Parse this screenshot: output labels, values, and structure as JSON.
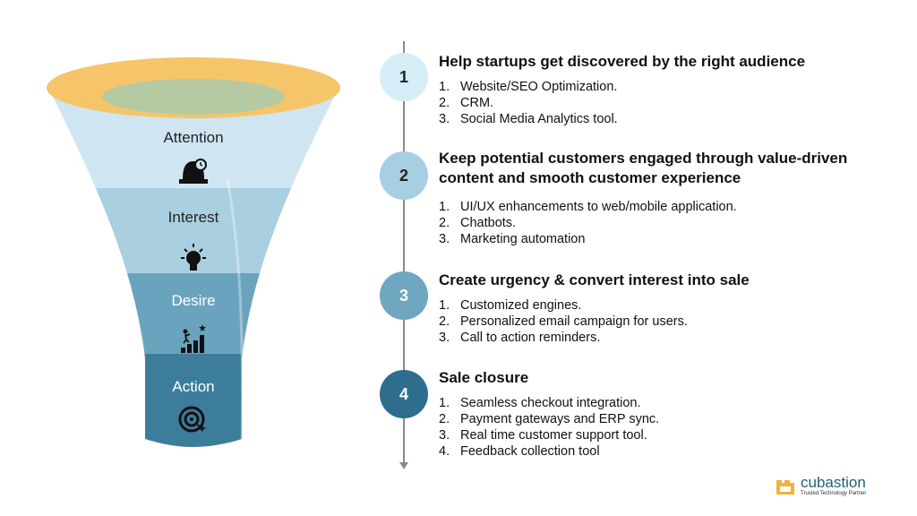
{
  "funnel": {
    "stages": [
      {
        "label": "Attention",
        "icon": "alarm-bell-icon",
        "color": "#cfe6f2"
      },
      {
        "label": "Interest",
        "icon": "lightbulb-icon",
        "color": "#a9cfe0"
      },
      {
        "label": "Desire",
        "icon": "growth-chart-climber-icon",
        "color": "#6aa3be"
      },
      {
        "label": "Action",
        "icon": "target-click-icon",
        "color": "#3d7d9c"
      }
    ],
    "rim_color": "#f6c56a",
    "inner_color": "#b5c9a3"
  },
  "steps": [
    {
      "number": "1",
      "title": "Help startups get discovered by the right audience",
      "items": [
        "Website/SEO Optimization.",
        "CRM.",
        "Social Media Analytics tool."
      ],
      "circle_color": "#d6ecf6",
      "text_color": "#222222"
    },
    {
      "number": "2",
      "title": "Keep potential customers engaged through value-driven content and smooth customer experience",
      "items": [
        "UI/UX enhancements to web/mobile application.",
        "Chatbots.",
        "Marketing automation"
      ],
      "circle_color": "#a6cfe2",
      "text_color": "#222222"
    },
    {
      "number": "3",
      "title": "Create urgency & convert interest into sale",
      "items": [
        "Customized engines.",
        "Personalized email campaign for users.",
        "Call to action reminders."
      ],
      "circle_color": "#6fa7c1",
      "text_color": "#ffffff"
    },
    {
      "number": "4",
      "title": "Sale closure",
      "items": [
        "Seamless checkout integration.",
        "Payment gateways and ERP sync.",
        "Real time customer support tool.",
        "Feedback collection tool"
      ],
      "circle_color": "#2f6d8e",
      "text_color": "#ffffff"
    }
  ],
  "logo": {
    "name": "cubastion",
    "tagline": "Trusted Technology Partner",
    "icon_color": "#f2b235"
  }
}
